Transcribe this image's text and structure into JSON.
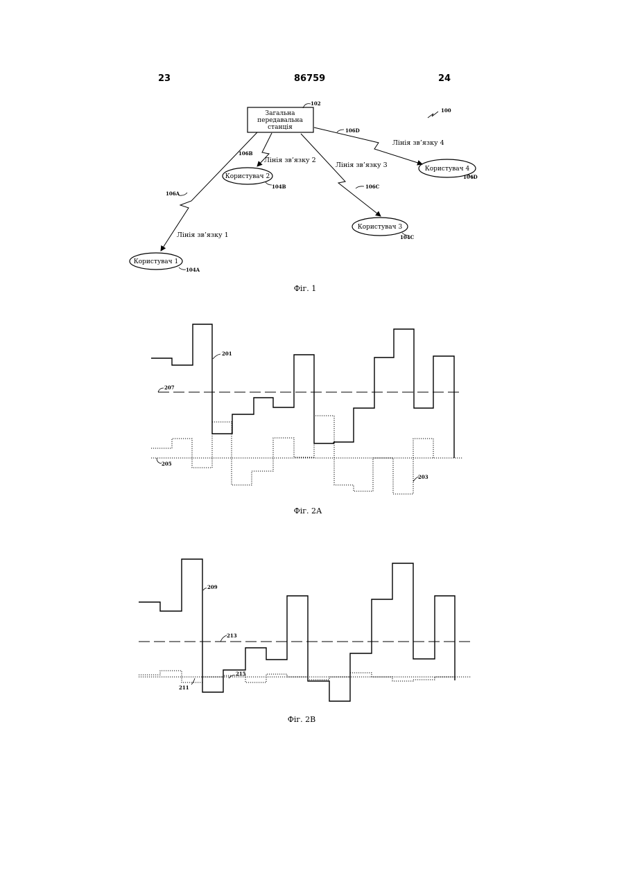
{
  "header": {
    "page_left": "23",
    "patent_number": "86759",
    "page_right": "24"
  },
  "fig1": {
    "station": {
      "line1": "Загальна",
      "line2": "передавальна",
      "line3": "станція",
      "ref": "102"
    },
    "system_ref": "100",
    "users": [
      {
        "label": "Користувач 1",
        "ref": "104A"
      },
      {
        "label": "Користувач 2",
        "ref": "104B"
      },
      {
        "label": "Користувач 3",
        "ref": "104C"
      },
      {
        "label": "Користувач 4",
        "ref": "104D"
      }
    ],
    "links": [
      {
        "label": "Лінія зв’язку 1",
        "ref": "106A"
      },
      {
        "label": "Лінія зв’язку 2",
        "ref": "106B"
      },
      {
        "label": "Лінія зв’язку 3",
        "ref": "106C"
      },
      {
        "label": "Лінія зв’язку 4",
        "ref": "106D"
      }
    ],
    "caption": "Фіг. 1"
  },
  "fig2a": {
    "refs": {
      "upper_signal": "201",
      "threshold": "207",
      "baseline": "205",
      "lower_signal": "203"
    },
    "caption": "Фіг. 2А"
  },
  "fig2b": {
    "refs": {
      "upper_signal": "209",
      "threshold": "213",
      "small_signal": "215",
      "baseline": "211"
    },
    "caption": "Фіг. 2В"
  }
}
